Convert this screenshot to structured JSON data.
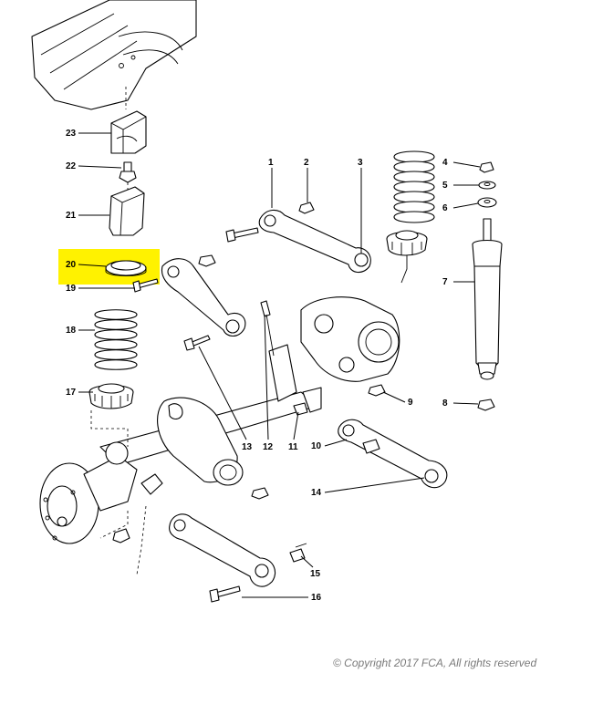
{
  "diagram": {
    "callouts": [
      {
        "id": "1",
        "label": "1"
      },
      {
        "id": "2",
        "label": "2"
      },
      {
        "id": "3",
        "label": "3"
      },
      {
        "id": "4",
        "label": "4"
      },
      {
        "id": "5",
        "label": "5"
      },
      {
        "id": "6",
        "label": "6"
      },
      {
        "id": "7",
        "label": "7"
      },
      {
        "id": "8",
        "label": "8"
      },
      {
        "id": "9",
        "label": "9"
      },
      {
        "id": "10",
        "label": "10"
      },
      {
        "id": "11",
        "label": "11"
      },
      {
        "id": "12",
        "label": "12"
      },
      {
        "id": "13",
        "label": "13"
      },
      {
        "id": "14",
        "label": "14"
      },
      {
        "id": "15",
        "label": "15"
      },
      {
        "id": "16",
        "label": "16"
      },
      {
        "id": "17",
        "label": "17"
      },
      {
        "id": "18",
        "label": "18"
      },
      {
        "id": "19",
        "label": "19"
      },
      {
        "id": "20",
        "label": "20"
      },
      {
        "id": "21",
        "label": "21"
      },
      {
        "id": "22",
        "label": "22"
      },
      {
        "id": "23",
        "label": "23"
      }
    ],
    "highlighted_callout": "20",
    "highlight_color": "#fff200"
  },
  "footer": {
    "copyright": "© Copyright 2017 FCA, All rights reserved"
  }
}
